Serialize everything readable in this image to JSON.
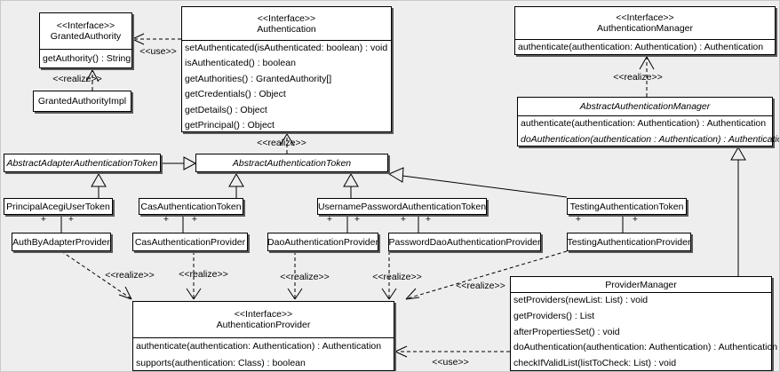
{
  "diagram": {
    "type": "uml-class-diagram",
    "colors": {
      "background": "#eeeeee",
      "box_fill": "#ffffff",
      "line": "#000000",
      "shadow": "#5a5a5a"
    },
    "labels": {
      "use": "<<use>>",
      "realize": "<<realize>>",
      "plus": "+"
    },
    "classes": {
      "granted_authority": {
        "stereotype": "<<Interface>>",
        "name": "GrantedAuthority",
        "methods": [
          "getAuthority() : String"
        ]
      },
      "granted_authority_impl": {
        "name": "GrantedAuthorityImpl"
      },
      "authentication": {
        "stereotype": "<<Interface>>",
        "name": "Authentication",
        "methods": [
          "setAuthenticated(isAuthenticated: boolean) : void",
          "isAuthenticated() : boolean",
          "getAuthorities() : GrantedAuthority[]",
          "getCredentials() : Object",
          "getDetails() : Object",
          "getPrincipal() : Object"
        ]
      },
      "authentication_manager": {
        "stereotype": "<<Interface>>",
        "name": "AuthenticationManager",
        "methods": [
          "authenticate(authentication: Authentication) : Authentication"
        ]
      },
      "abstract_authentication_manager": {
        "name": "AbstractAuthenticationManager",
        "methods": [
          "authenticate(authentication: Authentication) : Authentication",
          "doAuthentication(authentication : Authentication) : Authentication"
        ]
      },
      "abstract_adapter_authentication_token": {
        "name": "AbstractAdapterAuthenticationToken"
      },
      "abstract_authentication_token": {
        "name": "AbstractAuthenticationToken"
      },
      "principal_acegi_user_token": {
        "name": "PrincipalAcegiUserToken"
      },
      "cas_authentication_token": {
        "name": "CasAuthenticationToken"
      },
      "username_password_authentication_token": {
        "name": "UsernamePasswordAuthenticationToken"
      },
      "testing_authentication_token": {
        "name": "TestingAuthenticationToken"
      },
      "auth_by_adapter_provider": {
        "name": "AuthByAdapterProvider"
      },
      "cas_authentication_provider": {
        "name": "CasAuthenticationProvider"
      },
      "dao_authentication_provider": {
        "name": "DaoAuthenticationProvider"
      },
      "password_dao_authentication_provider": {
        "name": "PasswordDaoAuthenticationProvider"
      },
      "testing_authentication_provider": {
        "name": "TestingAuthenticationProvider"
      },
      "authentication_provider": {
        "stereotype": "<<Interface>>",
        "name": "AuthenticationProvider",
        "methods": [
          "authenticate(authentication: Authentication) : Authentication",
          "supports(authentication: Class) : boolean"
        ]
      },
      "provider_manager": {
        "name": "ProviderManager",
        "methods": [
          "setProviders(newList: List) : void",
          "getProviders() : List",
          "afterPropertiesSet() : void",
          "doAuthentication(authentication: Authentication) : Authentication",
          "checkIfValidList(listToCheck: List) : void"
        ]
      }
    }
  }
}
